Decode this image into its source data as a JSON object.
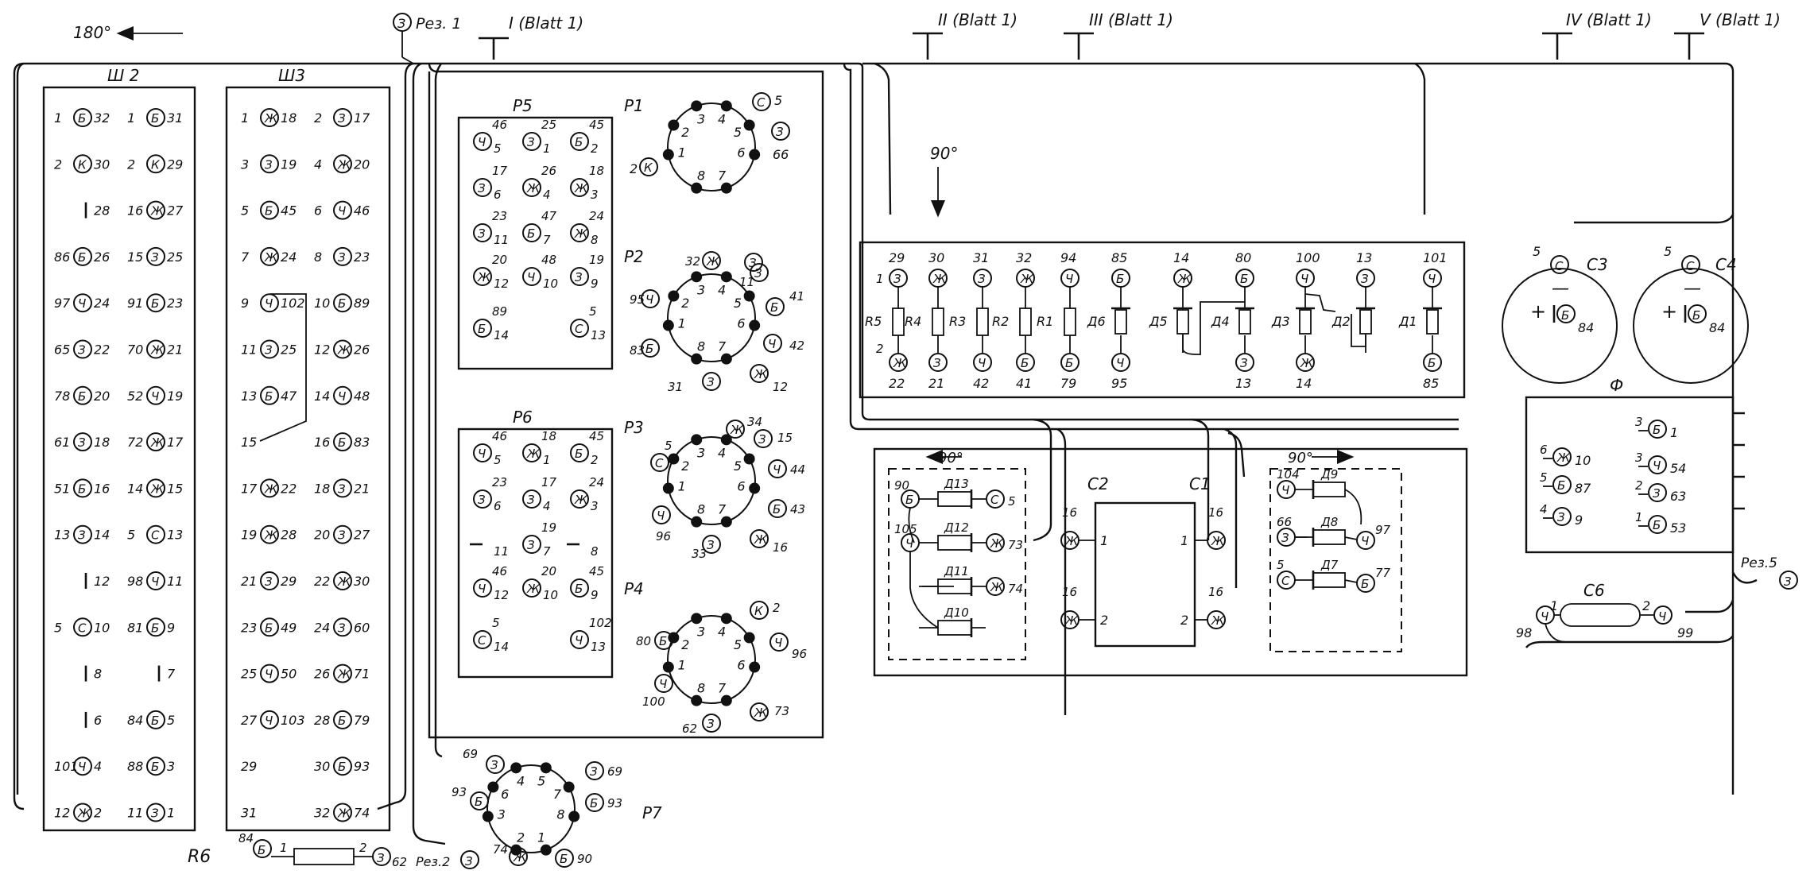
{
  "header": {
    "rot_left": "180°",
    "rez1_circ": "З",
    "rez1_label": "Рез. 1",
    "bus": [
      {
        "label": "I (Blatt 1)"
      },
      {
        "label": "II (Blatt 1)"
      },
      {
        "label": "III (Blatt 1)"
      },
      {
        "label": "IV (Blatt 1)"
      },
      {
        "label": "V (Blatt 1)"
      }
    ],
    "rot_mid": "90°"
  },
  "sh2": {
    "title": "Ш 2",
    "left": [
      {
        "a": "1",
        "c": "Б",
        "b": "32"
      },
      {
        "a": "2",
        "c": "К",
        "b": "30"
      },
      {
        "a": "",
        "c": "",
        "b": "28"
      },
      {
        "a": "86",
        "c": "Б",
        "b": "26"
      },
      {
        "a": "97",
        "c": "Ч",
        "b": "24"
      },
      {
        "a": "65",
        "c": "З",
        "b": "22"
      },
      {
        "a": "78",
        "c": "Б",
        "b": "20"
      },
      {
        "a": "61",
        "c": "З",
        "b": "18"
      },
      {
        "a": "51",
        "c": "Б",
        "b": "16"
      },
      {
        "a": "13",
        "c": "З",
        "b": "14"
      },
      {
        "a": "",
        "c": "",
        "b": "12"
      },
      {
        "a": "5",
        "c": "С",
        "b": "10"
      },
      {
        "a": "",
        "c": "",
        "b": "8"
      },
      {
        "a": "",
        "c": "",
        "b": "6"
      },
      {
        "a": "101",
        "c": "Ч",
        "b": "4"
      },
      {
        "a": "12",
        "c": "Ж",
        "b": "2"
      }
    ],
    "right": [
      {
        "a": "1",
        "c": "Б",
        "b": "31"
      },
      {
        "a": "2",
        "c": "К",
        "b": "29"
      },
      {
        "a": "16",
        "c": "Ж",
        "b": "27"
      },
      {
        "a": "15",
        "c": "З",
        "b": "25"
      },
      {
        "a": "91",
        "c": "Б",
        "b": "23"
      },
      {
        "a": "70",
        "c": "Ж",
        "b": "21"
      },
      {
        "a": "52",
        "c": "Ч",
        "b": "19"
      },
      {
        "a": "72",
        "c": "Ж",
        "b": "17"
      },
      {
        "a": "14",
        "c": "Ж",
        "b": "15"
      },
      {
        "a": "5",
        "c": "С",
        "b": "13"
      },
      {
        "a": "98",
        "c": "Ч",
        "b": "11"
      },
      {
        "a": "81",
        "c": "Б",
        "b": "9"
      },
      {
        "a": "",
        "c": "",
        "b": "7"
      },
      {
        "a": "84",
        "c": "Б",
        "b": "5"
      },
      {
        "a": "88",
        "c": "Б",
        "b": "3"
      },
      {
        "a": "11",
        "c": "З",
        "b": "1"
      }
    ]
  },
  "sh3": {
    "title": "Ш3",
    "left": [
      {
        "a": "1",
        "c": "Ж",
        "b": "18"
      },
      {
        "a": "3",
        "c": "З",
        "b": "19"
      },
      {
        "a": "5",
        "c": "Б",
        "b": "45"
      },
      {
        "a": "7",
        "c": "Ж",
        "b": "24"
      },
      {
        "a": "9",
        "c": "Ч",
        "b": "102"
      },
      {
        "a": "11",
        "c": "З",
        "b": "25"
      },
      {
        "a": "13",
        "c": "Б",
        "b": "47"
      },
      {
        "a": "15",
        "c": "",
        "b": ""
      },
      {
        "a": "17",
        "c": "Ж",
        "b": "22"
      },
      {
        "a": "19",
        "c": "Ж",
        "b": "28"
      },
      {
        "a": "21",
        "c": "З",
        "b": "29"
      },
      {
        "a": "23",
        "c": "Б",
        "b": "49"
      },
      {
        "a": "25",
        "c": "Ч",
        "b": "50"
      },
      {
        "a": "27",
        "c": "Ч",
        "b": "103"
      },
      {
        "a": "29",
        "c": "",
        "b": ""
      },
      {
        "a": "31",
        "c": "",
        "b": ""
      }
    ],
    "right": [
      {
        "a": "2",
        "c": "З",
        "b": "17"
      },
      {
        "a": "4",
        "c": "Ж",
        "b": "20"
      },
      {
        "a": "6",
        "c": "Ч",
        "b": "46"
      },
      {
        "a": "8",
        "c": "З",
        "b": "23"
      },
      {
        "a": "10",
        "c": "Б",
        "b": "89"
      },
      {
        "a": "12",
        "c": "Ж",
        "b": "26"
      },
      {
        "a": "14",
        "c": "Ч",
        "b": "48"
      },
      {
        "a": "16",
        "c": "Б",
        "b": "83"
      },
      {
        "a": "18",
        "c": "З",
        "b": "21"
      },
      {
        "a": "20",
        "c": "З",
        "b": "27"
      },
      {
        "a": "22",
        "c": "Ж",
        "b": "30"
      },
      {
        "a": "24",
        "c": "З",
        "b": "60"
      },
      {
        "a": "26",
        "c": "Ж",
        "b": "71"
      },
      {
        "a": "28",
        "c": "Б",
        "b": "79"
      },
      {
        "a": "30",
        "c": "Б",
        "b": "93"
      },
      {
        "a": "32",
        "c": "Ж",
        "b": "74"
      }
    ]
  },
  "p5": {
    "title": "Р5",
    "pins": [
      {
        "n": "5",
        "t": "46",
        "c": "Ч"
      },
      {
        "n": "1",
        "t": "25",
        "c": "З"
      },
      {
        "n": "2",
        "t": "45",
        "c": "Б"
      },
      {
        "n": "6",
        "t": "17",
        "c": "З"
      },
      {
        "n": "4",
        "t": "26",
        "c": "Ж"
      },
      {
        "n": "3",
        "t": "18",
        "c": "Ж"
      },
      {
        "n": "11",
        "t": "23",
        "c": "З"
      },
      {
        "n": "7",
        "t": "47",
        "c": "Б"
      },
      {
        "n": "8",
        "t": "24",
        "c": "Ж"
      },
      {
        "n": "12",
        "t": "20",
        "c": "Ж"
      },
      {
        "n": "10",
        "t": "48",
        "c": "Ч"
      },
      {
        "n": "9",
        "t": "19",
        "c": "З"
      },
      {
        "n": "14",
        "t": "89",
        "c": "Б"
      },
      {
        "n": "13",
        "t": "5",
        "c": "С"
      }
    ]
  },
  "p6": {
    "title": "Р6",
    "pins": [
      {
        "n": "5",
        "t": "46",
        "c": "Ч"
      },
      {
        "n": "1",
        "t": "18",
        "c": "Ж"
      },
      {
        "n": "2",
        "t": "45",
        "c": "Б"
      },
      {
        "n": "6",
        "t": "23",
        "c": "З"
      },
      {
        "n": "4",
        "t": "17",
        "c": "З"
      },
      {
        "n": "3",
        "t": "24",
        "c": "Ж"
      },
      {
        "n": "11",
        "t": "",
        "c": ""
      },
      {
        "n": "7",
        "t": "19",
        "c": "З"
      },
      {
        "n": "8",
        "t": "",
        "c": ""
      },
      {
        "n": "12",
        "t": "46",
        "c": "Ч"
      },
      {
        "n": "10",
        "t": "20",
        "c": "Ж"
      },
      {
        "n": "9",
        "t": "45",
        "c": "Б"
      },
      {
        "n": "14",
        "t": "5",
        "c": "С"
      },
      {
        "n": "13",
        "t": "102",
        "c": "Ч"
      }
    ]
  },
  "p1": {
    "title": "Р1",
    "pins": [
      "3",
      "4",
      "2",
      "5",
      "1",
      "6",
      "8",
      "7"
    ],
    "conns": [
      {
        "pin": "5",
        "c": "С",
        "w": "5"
      },
      {
        "pin": "5",
        "c": "З",
        "w": "66"
      },
      {
        "pin": "1",
        "c": "К",
        "w": "2"
      }
    ]
  },
  "p2": {
    "title": "Р2",
    "pins": [
      "3",
      "4",
      "2",
      "5",
      "1",
      "6",
      "8",
      "7"
    ],
    "conns": [
      {
        "c": "Ж",
        "w": "32"
      },
      {
        "c": "З",
        "w": "11"
      },
      {
        "c": "Ч",
        "w": "95"
      },
      {
        "c": "З",
        "w": ""
      },
      {
        "c": "Б",
        "w": "41"
      },
      {
        "c": "Б",
        "w": "83"
      },
      {
        "c": "Ч",
        "w": "42"
      },
      {
        "c": "З",
        "w": "31"
      },
      {
        "c": "Ж",
        "w": "12"
      }
    ]
  },
  "p3": {
    "title": "Р3",
    "pins": [
      "3",
      "4",
      "2",
      "5",
      "1",
      "6",
      "8",
      "7"
    ],
    "conns": [
      {
        "c": "Ж",
        "w": "34"
      },
      {
        "c": "З",
        "w": "15"
      },
      {
        "c": "С",
        "w": "5"
      },
      {
        "c": "Ч",
        "w": "44"
      },
      {
        "c": "Б",
        "w": "43"
      },
      {
        "c": "Ч",
        "w": "96"
      },
      {
        "c": "З",
        "w": "33"
      },
      {
        "c": "Ж",
        "w": "16"
      }
    ]
  },
  "p4": {
    "title": "Р4",
    "pins": [
      "3",
      "4",
      "2",
      "5",
      "1",
      "6",
      "8",
      "7"
    ],
    "conns": [
      {
        "c": "К",
        "w": "2"
      },
      {
        "c": "Б",
        "w": "80"
      },
      {
        "c": "Ч",
        "w": "96"
      },
      {
        "c": "Ч",
        "w": "100"
      },
      {
        "c": "З",
        "w": "62"
      },
      {
        "c": "Ж",
        "w": "73"
      }
    ]
  },
  "p7": {
    "title": "Р7",
    "pins": [
      "4",
      "5",
      "6",
      "7",
      "3",
      "8",
      "2",
      "1"
    ],
    "conns": [
      {
        "c": "З",
        "w": "69"
      },
      {
        "c": "З",
        "w": "69"
      },
      {
        "c": "Б",
        "w": "93"
      },
      {
        "c": "Б",
        "w": "93"
      },
      {
        "c": "Ж",
        "w": "74"
      },
      {
        "c": "Б",
        "w": "90"
      }
    ]
  },
  "r6": {
    "label": "R6",
    "left_c": "Б",
    "left_w": "84",
    "p1": "1",
    "p2": "2",
    "right_c": "З",
    "right_w": "62",
    "rez2_label": "Рез.2",
    "rez2_c": "З"
  },
  "panel": {
    "top": [
      {
        "id": "R5",
        "w1": "29",
        "c1": "З",
        "n1": "1",
        "n2": "2",
        "c2": "Ж",
        "w2": "22",
        "type": "res"
      },
      {
        "id": "R4",
        "w1": "30",
        "c1": "Ж",
        "c2": "З",
        "w2": "21",
        "type": "res"
      },
      {
        "id": "R3",
        "w1": "31",
        "c1": "З",
        "c2": "Ч",
        "w2": "42",
        "type": "res"
      },
      {
        "id": "R2",
        "w1": "32",
        "c1": "Ж",
        "c2": "Б",
        "w2": "41",
        "type": "res"
      },
      {
        "id": "R1",
        "w1": "94",
        "c1": "Ч",
        "c2": "Б",
        "w2": "79",
        "type": "res"
      },
      {
        "id": "Д6",
        "w1": "85",
        "c1": "Б",
        "c2": "Ч",
        "w2": "95",
        "type": "diode"
      },
      {
        "id": "Д5",
        "w1": "14",
        "c1": "Ж",
        "c2": "",
        "w2": "",
        "type": "diode"
      },
      {
        "id": "Д4",
        "w1": "80",
        "c1": "Б",
        "c2": "З",
        "w2": "13",
        "type": "diode"
      },
      {
        "id": "Д3",
        "w1": "100",
        "c1": "Ч",
        "c2": "Ж",
        "w2": "14",
        "type": "diode"
      },
      {
        "id": "Д2",
        "w1": "13",
        "c1": "З",
        "c2": "",
        "w2": "",
        "type": "diode"
      },
      {
        "id": "Д1",
        "w1": "101",
        "c1": "Ч",
        "c2": "Б",
        "w2": "85",
        "type": "diode"
      }
    ]
  },
  "caps": {
    "c3": {
      "label": "С3",
      "n": "5",
      "c": "С",
      "minus": "—",
      "plus": "+",
      "bc": "Б",
      "w": "84"
    },
    "c4": {
      "label": "С4",
      "n": "5",
      "c": "С",
      "minus": "—",
      "plus": "+",
      "bc": "Б",
      "w": "84"
    }
  },
  "phi": {
    "title": "Ф",
    "items": [
      {
        "n": "3",
        "c": "Б",
        "w": "1"
      },
      {
        "n": "6",
        "c": "Ж",
        "w": "10"
      },
      {
        "n": "3",
        "c": "Ч",
        "w": "54"
      },
      {
        "n": "5",
        "c": "Б",
        "w": "87"
      },
      {
        "n": "2",
        "c": "З",
        "w": "63"
      },
      {
        "n": "4",
        "c": "З",
        "w": "9"
      },
      {
        "n": "1",
        "c": "Б",
        "w": "53"
      }
    ]
  },
  "c6": {
    "label": "С6",
    "n1": "1",
    "n2": "2",
    "lc": "Ч",
    "lw": "98",
    "rc": "Ч",
    "rw": "99",
    "rez5": "Рез.5",
    "rez5c": "З"
  },
  "lower": {
    "rot_l": "90°",
    "rot_r": "90°",
    "c2": "С2",
    "c1": "С1",
    "c2_pins": [
      {
        "w": "16",
        "c": "Ж",
        "n": "1"
      },
      {
        "w": "16",
        "c": "Ж",
        "n": "2"
      }
    ],
    "c1_pins": [
      {
        "w": "16",
        "c": "Ж",
        "n": "1"
      },
      {
        "w": "16",
        "c": "Ж",
        "n": "2"
      }
    ],
    "left_diodes": [
      {
        "id": "Д13",
        "lw": "90",
        "lc": "Б",
        "rc": "С",
        "rw": "5"
      },
      {
        "id": "Д12",
        "lw": "105",
        "lc": "Ч",
        "rc": "Ж",
        "rw": "73"
      },
      {
        "id": "Д11",
        "lw": "",
        "lc": "",
        "rc": "Ж",
        "rw": "74"
      },
      {
        "id": "Д10",
        "lw": "",
        "lc": "",
        "rc": "",
        "rw": ""
      }
    ],
    "right_diodes": [
      {
        "id": "Д9",
        "lw": "104",
        "lc": "Ч",
        "rc": "",
        "rw": ""
      },
      {
        "id": "Д8",
        "lw": "66",
        "lc": "З",
        "rc": "Ч",
        "rw": "97"
      },
      {
        "id": "Д7",
        "lw": "5",
        "lc": "С",
        "rc": "Б",
        "rw": "77"
      }
    ]
  }
}
